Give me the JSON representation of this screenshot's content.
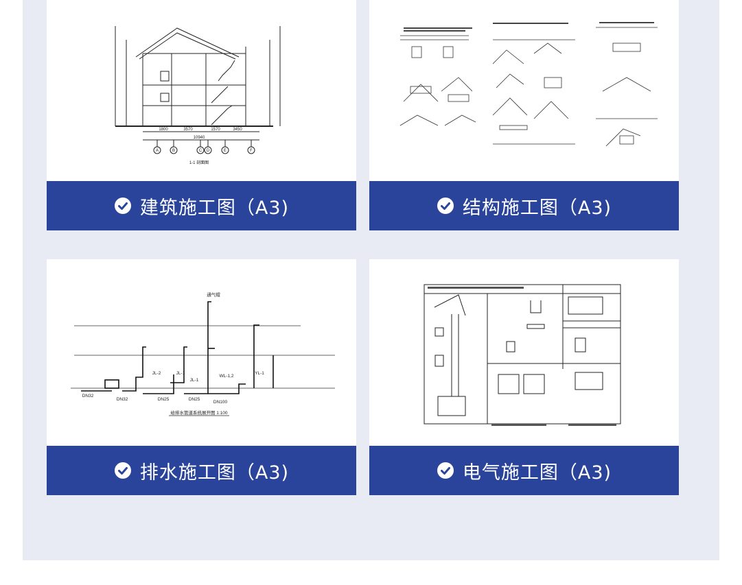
{
  "cards": [
    {
      "label": "建筑施工图（A3)",
      "icon": "check-circle-icon",
      "drawing": "building-section-drawing",
      "drawing_texts": {
        "title": "1-1 剖面图",
        "axes": [
          "A",
          "B",
          "C",
          "D",
          "E",
          "F"
        ],
        "dims": [
          "1800",
          "3570",
          "1570",
          "3450"
        ],
        "total": "10940"
      }
    },
    {
      "label": "结构施工图（A3)",
      "icon": "check-circle-icon",
      "drawing": "structural-details-drawing"
    },
    {
      "label": "排水施工图（A3)",
      "icon": "check-circle-icon",
      "drawing": "drainage-system-drawing",
      "drawing_texts": {
        "title": "给排水管道系统展开图 1:100",
        "vent": "通气帽",
        "pipe_tags": [
          "JL-2",
          "JL-1",
          "JL-1",
          "WL-1,2",
          "YL-1"
        ],
        "dn": [
          "DN32",
          "DN25",
          "DN25",
          "DN100",
          "DN32"
        ]
      }
    },
    {
      "label": "电气施工图（A3)",
      "icon": "check-circle-icon",
      "drawing": "electrical-details-drawing"
    }
  ],
  "colors": {
    "bar": "#29449a",
    "panel": "#e9ebf4",
    "ink": "#1a1a1a"
  }
}
